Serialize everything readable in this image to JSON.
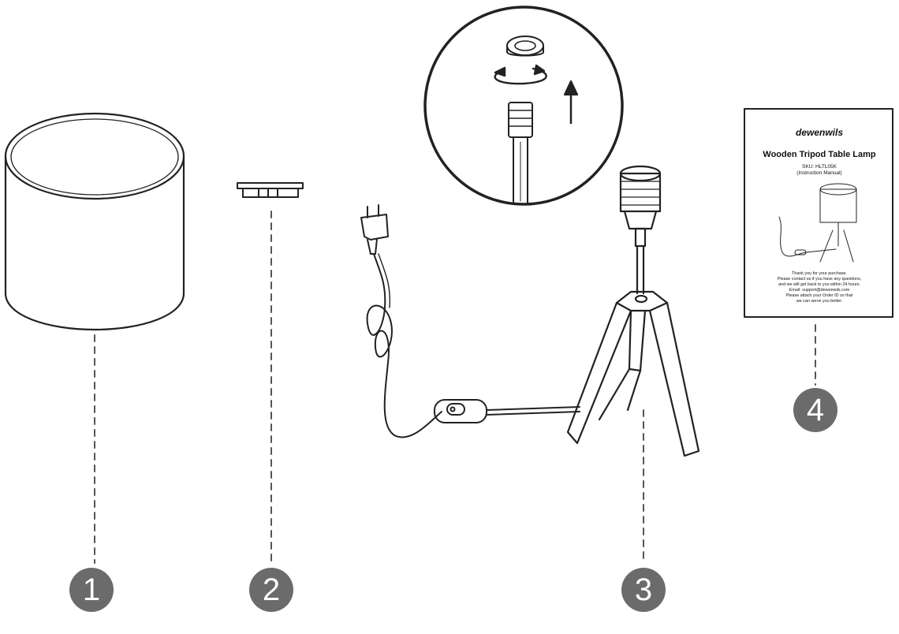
{
  "labels": {
    "one": "1",
    "two": "2",
    "three": "3",
    "four": "4"
  },
  "manual": {
    "brand": "dewenwils",
    "title": "Wooden Tripod Table Lamp",
    "sku": "SKU:  HLTL05K",
    "subtitle": "(Instruction Manual)",
    "body": [
      "Thank you for your purchase.",
      "Please contact us if you have any questions,",
      "and we will get back to you within 24 hours.",
      "Email: support@dewenwils.com",
      "Please attach your Order ID so that",
      "we can serve you better."
    ]
  },
  "icons": [
    "drum-lampshade",
    "shade-ring",
    "plug-cord-switch",
    "tripod-base",
    "detail-circle",
    "rotate-arrow-icon",
    "up-arrow-icon",
    "instruction-manual"
  ],
  "colors": {
    "line": "#222222",
    "label_bg": "#6b6b6b",
    "label_text": "#ffffff",
    "dash": "#555555"
  }
}
